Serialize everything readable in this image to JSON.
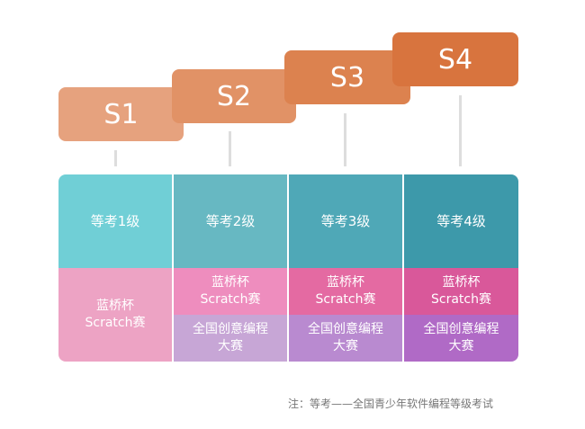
{
  "levels": [
    "S1",
    "S2",
    "S3",
    "S4"
  ],
  "exams": [
    "等考1级",
    "等考2级",
    "等考3级",
    "等考4级"
  ],
  "cup": {
    "line1": "蓝桥杯",
    "line2": "Scratch赛"
  },
  "competition": {
    "line1": "全国创意编程",
    "line2": "大赛"
  },
  "note": "注：等考——全国青少年软件编程等级考试",
  "colors": {
    "levels": [
      "#e6a27e",
      "#e19266",
      "#dc824f",
      "#d8743e"
    ],
    "exams": [
      "#70cfd6",
      "#67b8c2",
      "#4fa8b7",
      "#3d99aa"
    ],
    "cup": [
      "#eda3c4",
      "#ee8dbe",
      "#e46aa2",
      "#d9589a"
    ],
    "competition": [
      "#c7a6d6",
      "#b98ad0",
      "#b06ac6"
    ]
  }
}
